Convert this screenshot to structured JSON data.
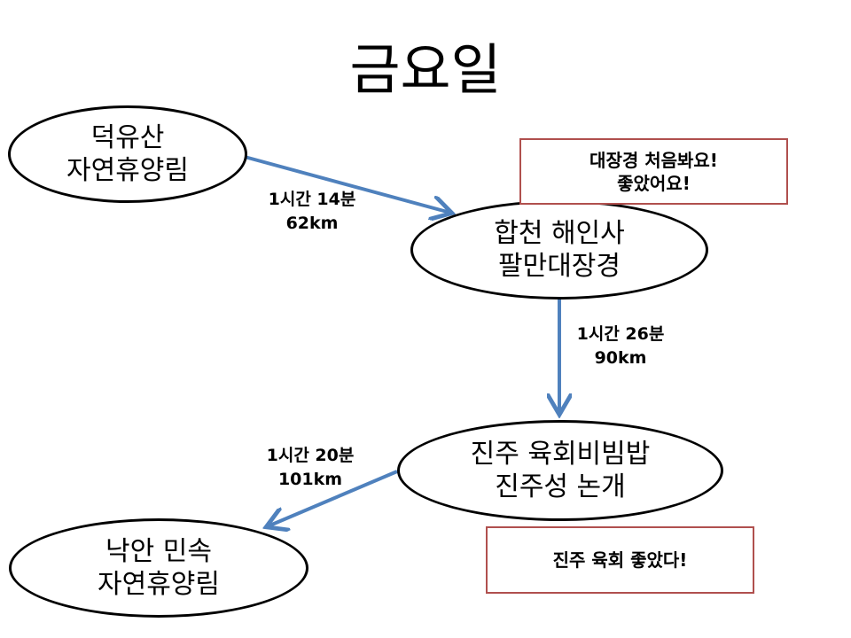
{
  "title": "금요일",
  "colors": {
    "arrow": "#4f81bd",
    "note_border": "#b0504e",
    "node_border": "#000000"
  },
  "nodes": {
    "deogyusan": {
      "line1": "덕유산",
      "line2": "자연휴양림"
    },
    "haeinsa": {
      "line1": "합천 해인사",
      "line2": "팔만대장경"
    },
    "jinju": {
      "line1": "진주 육회비빔밥",
      "line2": "진주성 논개"
    },
    "nagan": {
      "line1": "낙안 민속",
      "line2": "자연휴양림"
    }
  },
  "edges": {
    "deogyusan_to_haeinsa": {
      "time": "1시간 14분",
      "distance": "62km"
    },
    "haeinsa_to_jinju": {
      "time": "1시간 26분",
      "distance": "90km"
    },
    "jinju_to_nagan": {
      "time": "1시간 20분",
      "distance": "101km"
    }
  },
  "notes": {
    "haeinsa_note": {
      "line1": "대장경 처음봐요!",
      "line2": "좋았어요!"
    },
    "jinju_note": {
      "line1": "진주 육회 좋았다!"
    }
  }
}
